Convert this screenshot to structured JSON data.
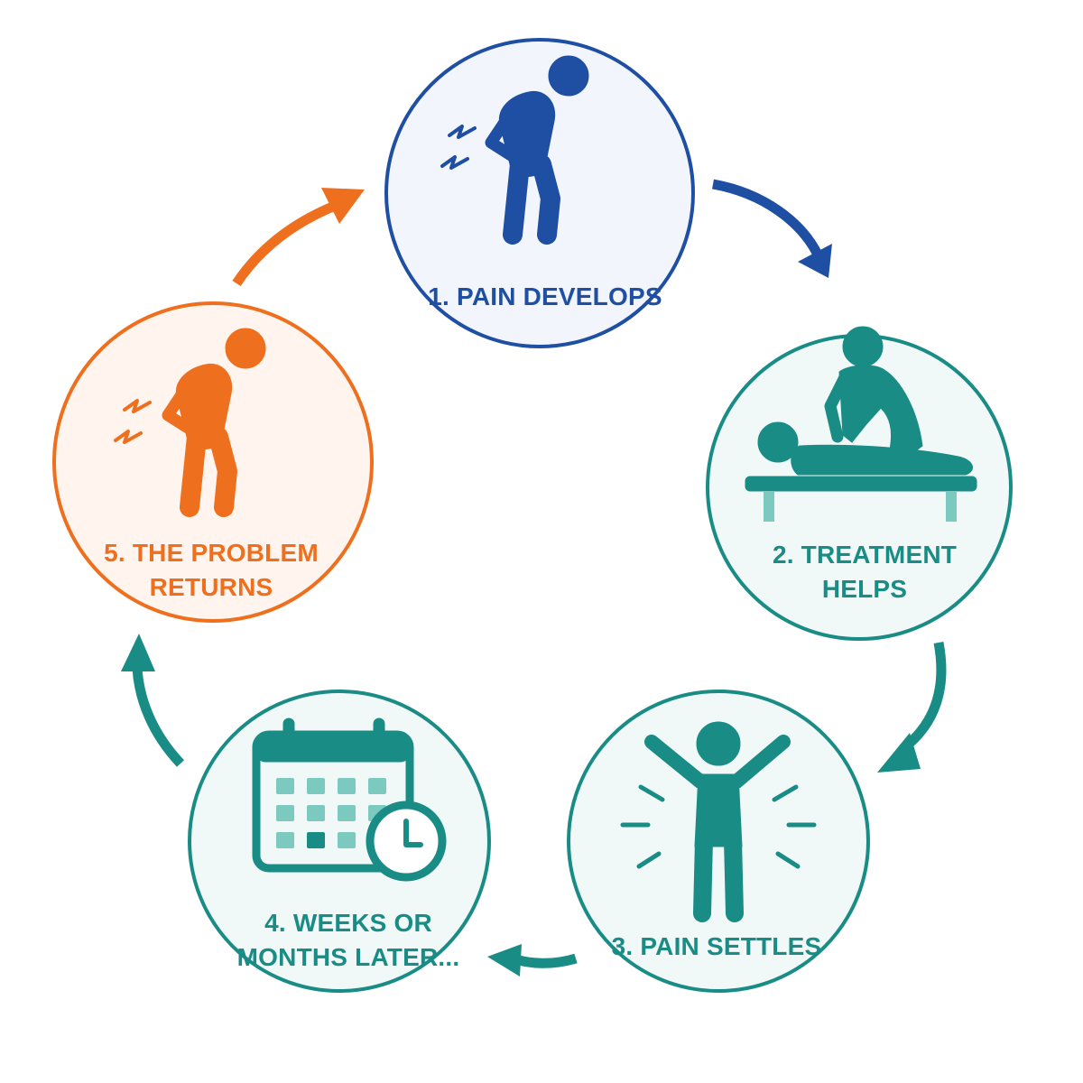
{
  "colors": {
    "blue": "#1f4fa3",
    "teal": "#1a8c86",
    "teal_light": "#7cc9c0",
    "orange": "#ee6f1e",
    "blue_fill": "#f2f6fc",
    "teal_fill": "#f1f9f8",
    "orange_fill": "#fff5ee"
  },
  "steps": [
    {
      "icon": "person-back-pain-icon",
      "color": "blue",
      "lines": [
        "1. PAIN DEVELOPS"
      ]
    },
    {
      "icon": "massage-treatment-icon",
      "color": "teal",
      "lines": [
        "2. TREATMENT",
        "HELPS"
      ]
    },
    {
      "icon": "person-arms-raised-icon",
      "color": "teal",
      "lines": [
        "3. PAIN SETTLES"
      ]
    },
    {
      "icon": "calendar-clock-icon",
      "color": "teal",
      "lines": [
        "4. WEEKS OR",
        "MONTHS LATER..."
      ]
    },
    {
      "icon": "person-back-pain-icon",
      "color": "orange",
      "lines": [
        "5. THE PROBLEM",
        "RETURNS"
      ]
    }
  ],
  "arrows": [
    {
      "from": 1,
      "to": 2,
      "color": "blue"
    },
    {
      "from": 2,
      "to": 3,
      "color": "teal"
    },
    {
      "from": 3,
      "to": 4,
      "color": "teal"
    },
    {
      "from": 4,
      "to": 5,
      "color": "teal"
    },
    {
      "from": 5,
      "to": 1,
      "color": "orange"
    }
  ]
}
